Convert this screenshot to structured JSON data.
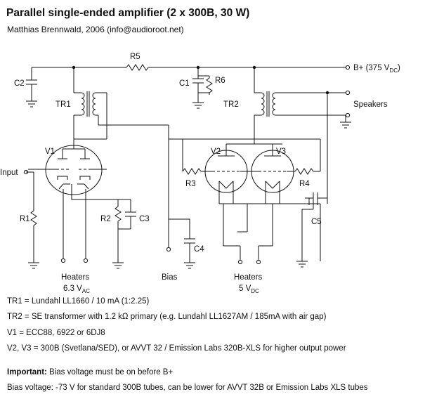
{
  "title": "Parallel single-ended amplifier (2 x 300B, 30 W)",
  "subtitle": "Matthias Brennwald, 2006 (info@audioroot.net)",
  "labels": {
    "r5": "R5",
    "bplus_main": "B+ (375 V",
    "bplus_sub": "DC",
    "bplus_close": ")",
    "c2": "C2",
    "c1": "C1",
    "r6": "R6",
    "tr1": "TR1",
    "tr2": "TR2",
    "speakers": "Speakers",
    "v1": "V1",
    "v2": "V2",
    "v3": "V3",
    "input": "Input",
    "r3": "R3",
    "r4": "R4",
    "r1": "R1",
    "r2": "R2",
    "c3": "C3",
    "c5": "C5",
    "c4": "C4",
    "heaters_left": "Heaters",
    "heaters_left_v_main": "6.3 V",
    "heaters_left_v_sub": "AC",
    "bias": "Bias",
    "heaters_right": "Heaters",
    "heaters_right_v_main": "5 V",
    "heaters_right_v_sub": "DC"
  },
  "notes": [
    {
      "bold": "",
      "text": "TR1 = Lundahl LL1660 / 10 mA (1:2.25)"
    },
    {
      "bold": "",
      "text": "TR2 = SE transformer with 1.2 kΩ primary (e.g. Lundahl LL1627AM / 185mA with air gap)"
    },
    {
      "bold": "",
      "text": "V1 = ECC88, 6922 or 6DJ8"
    },
    {
      "bold": "",
      "text": "V2, V3 = 300B (Svetlana/SED), or AVVT 32 / Emission Labs 320B-XLS for higher output power"
    },
    {
      "bold": "Important:",
      "text": " Bias voltage must be on before B+"
    },
    {
      "bold": "",
      "text": "Bias voltage: -73 V for standard 300B tubes, can be lower for AVVT 32B or Emission Labs XLS tubes"
    }
  ]
}
